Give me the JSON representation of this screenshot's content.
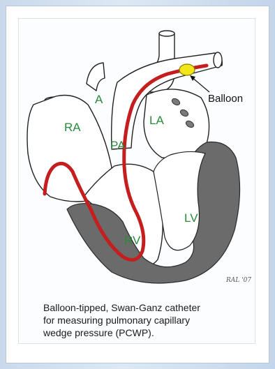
{
  "labels": {
    "ra": "RA",
    "a": "A",
    "la": "LA",
    "pa": "PA",
    "rv": "RV",
    "lv": "LV",
    "balloon": "Balloon"
  },
  "signature": "RAL '07",
  "caption": "Balloon-tipped, Swan-Ganz catheter\nfor measuring pulmonary capillary\nwedge pressure (PCWP).",
  "colors": {
    "catheter": "#c41e1e",
    "balloon": "#f2e619",
    "myocardium": "#6b6b6b",
    "label_text": "#2a8a3a"
  }
}
